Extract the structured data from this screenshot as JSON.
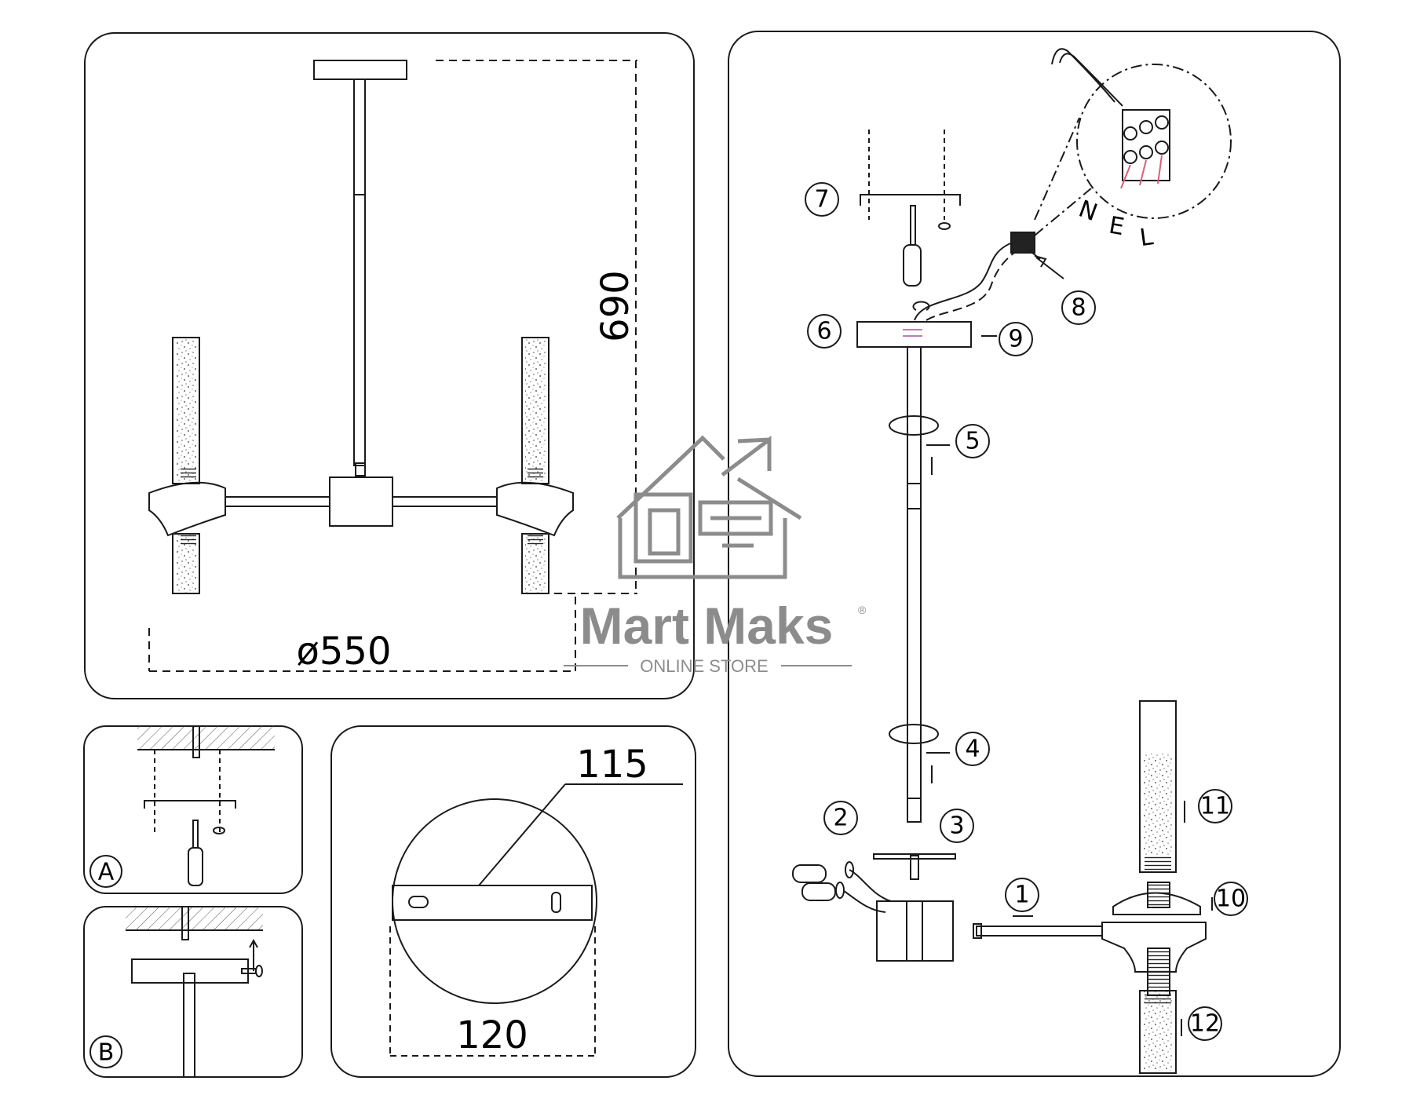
{
  "dimensions": {
    "height": "690",
    "diameter": "ø550",
    "plate_length": "115",
    "plate_diameter": "120"
  },
  "mount_options": {
    "a": "A",
    "b": "B"
  },
  "steps": [
    "1",
    "2",
    "3",
    "4",
    "5",
    "6",
    "7",
    "8",
    "9",
    "10",
    "11",
    "12"
  ],
  "wiring": {
    "n": "N",
    "e": "E",
    "l": "L"
  },
  "watermark": {
    "brand": "Mart Maks",
    "registered": "®",
    "tagline": "ONLINE STORE"
  },
  "colors": {
    "line": "#1a1a1a",
    "watermark": "#8c8c8c",
    "wire_accent": "#d9607a"
  }
}
